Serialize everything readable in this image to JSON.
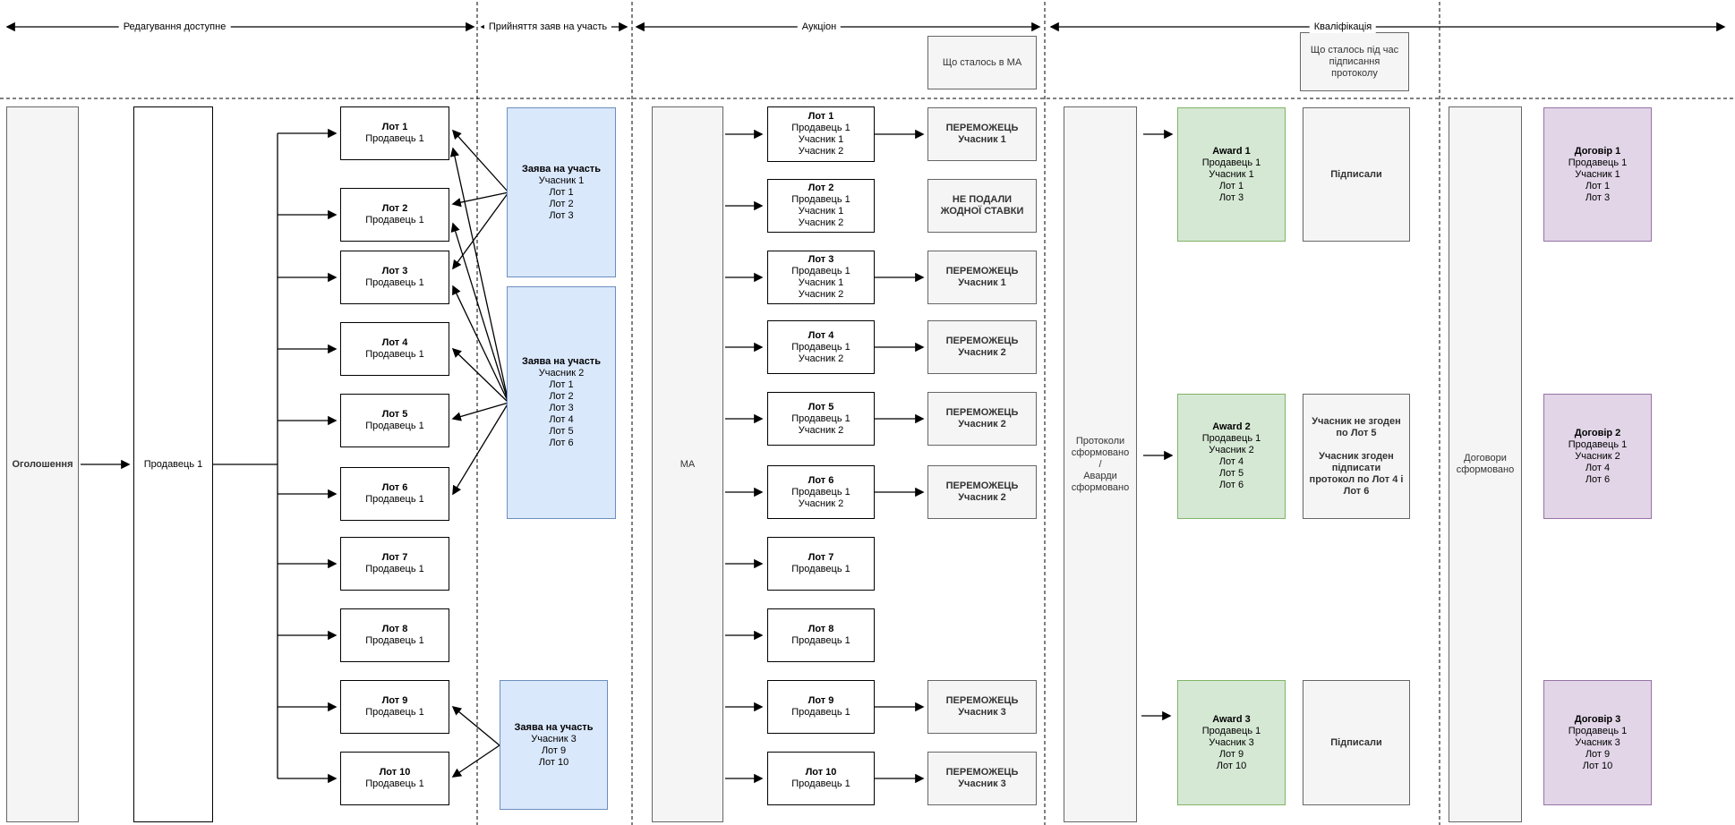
{
  "phases": [
    "Редагування доступне",
    "Прийняття заяв на участь",
    "Аукціон",
    "Кваліфікація"
  ],
  "annotations": {
    "ma_note": "Що сталось в МА",
    "protocol_note": "Що сталось під час\nпідписання\nпротоколу"
  },
  "columns": {
    "announcement": "Оголошення",
    "seller": "Продавець 1",
    "ma": "МА",
    "protocols": "Протоколи\nсформовано\n/\nАварди\nсформовано",
    "contracts": "Договори\nсформовано"
  },
  "left_lots": [
    {
      "title": "Лот 1",
      "body": "Продавець 1"
    },
    {
      "title": "Лот 2",
      "body": "Продавець 1"
    },
    {
      "title": "Лот 3",
      "body": "Продавець 1"
    },
    {
      "title": "Лот 4",
      "body": "Продавець 1"
    },
    {
      "title": "Лот 5",
      "body": "Продавець 1"
    },
    {
      "title": "Лот 6",
      "body": "Продавець 1"
    },
    {
      "title": "Лот 7",
      "body": "Продавець 1"
    },
    {
      "title": "Лот 8",
      "body": "Продавець 1"
    },
    {
      "title": "Лот 9",
      "body": "Продавець 1"
    },
    {
      "title": "Лот 10",
      "body": "Продавець 1"
    }
  ],
  "applications": [
    {
      "title": "Заява на участь",
      "body": "Учасник 1\nЛот 1\nЛот 2\nЛот 3"
    },
    {
      "title": "Заява на участь",
      "body": "Учасник 2\nЛот 1\nЛот 2\nЛот 3\nЛот 4\nЛот 5\nЛот 6"
    },
    {
      "title": "Заява на участь",
      "body": "Учасник 3\nЛот 9\nЛот 10"
    }
  ],
  "auction_lots": [
    {
      "title": "Лот 1",
      "body": "Продавець 1\nУчасник 1\nУчасник 2"
    },
    {
      "title": "Лот 2",
      "body": "Продавець 1\nУчасник 1\nУчасник 2"
    },
    {
      "title": "Лот 3",
      "body": "Продавець 1\nУчасник 1\nУчасник 2"
    },
    {
      "title": "Лот 4",
      "body": "Продавець 1\nУчасник 2"
    },
    {
      "title": "Лот 5",
      "body": "Продавець 1\nУчасник 2"
    },
    {
      "title": "Лот 6",
      "body": "Продавець 1\nУчасник 2"
    },
    {
      "title": "Лот 7",
      "body": "Продавець 1"
    },
    {
      "title": "Лот 8",
      "body": "Продавець 1"
    },
    {
      "title": "Лот 9",
      "body": "Продавець 1"
    },
    {
      "title": "Лот 10",
      "body": "Продавець 1"
    }
  ],
  "results": [
    {
      "body": "ПЕРЕМОЖЕЦЬ\nУчасник 1"
    },
    {
      "body": "НЕ ПОДАЛИ\nЖОДНОЇ СТАВКИ"
    },
    {
      "body": "ПЕРЕМОЖЕЦЬ\nУчасник 1"
    },
    {
      "body": "ПЕРЕМОЖЕЦЬ\nУчасник 2"
    },
    {
      "body": "ПЕРЕМОЖЕЦЬ\nУчасник 2"
    },
    {
      "body": "ПЕРЕМОЖЕЦЬ\nУчасник 2"
    },
    {
      "body": "ПЕРЕМОЖЕЦЬ\nУчасник 3"
    },
    {
      "body": "ПЕРЕМОЖЕЦЬ\nУчасник 3"
    }
  ],
  "awards": [
    {
      "title": "Award 1",
      "body": "Продавець 1\nУчасник 1\nЛот 1\nЛот 3"
    },
    {
      "title": "Award 2",
      "body": "Продавець 1\nУчасник 2\nЛот 4\nЛот 5\nЛот 6"
    },
    {
      "title": "Award 3",
      "body": "Продавець 1\nУчасник 3\nЛот 9\nЛот 10"
    }
  ],
  "signing": [
    {
      "body": "Підписали"
    },
    {
      "body": "Учасник не згоден\nпо Лот 5\n\nУчасник згоден\nпідписати\nпротокол по Лот 4 і\nЛот 6"
    },
    {
      "body": "Підписали"
    }
  ],
  "contracts": [
    {
      "title": "Договір 1",
      "body": "Продавець 1\nУчасник 1\nЛот 1\nЛот 3"
    },
    {
      "title": "Договір 2",
      "body": "Продавець 1\nУчасник 2\nЛот 4\nЛот 6"
    },
    {
      "title": "Договір 3",
      "body": "Продавець 1\nУчасник 3\nЛот 9\nЛот 10"
    }
  ],
  "colors": {
    "application_fill": "#dae8fc",
    "application_border": "#6c8ebf",
    "award_fill": "#d5e8d4",
    "award_border": "#82b366",
    "contract_fill": "#e1d5e7",
    "contract_border": "#9673a6",
    "lane_fill": "#f5f5f5",
    "lane_border": "#666666"
  }
}
